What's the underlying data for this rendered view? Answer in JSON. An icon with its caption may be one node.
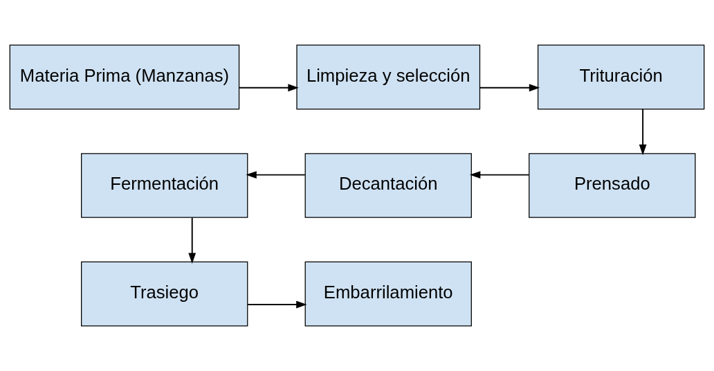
{
  "diagram": {
    "nodes": [
      {
        "text": [
          "Materia Prima (Manzanas)"
        ]
      },
      {
        "text": [
          "Limpieza y selección"
        ]
      },
      {
        "text": [
          "Trituración"
        ]
      },
      {
        "text": [
          "Prensado"
        ]
      },
      {
        "text": [
          "Decantación"
        ]
      },
      {
        "text": [
          "Fermentación"
        ]
      },
      {
        "text": [
          "Trasiego"
        ]
      },
      {
        "text": [
          "Embarrilamiento"
        ]
      }
    ],
    "edges": [
      {
        "from": 0,
        "to": 1,
        "arrow": "to"
      },
      {
        "from": 1,
        "to": 2,
        "arrow": "to"
      },
      {
        "from": 2,
        "to": 3,
        "arrow": "to"
      },
      {
        "from": 3,
        "to": 4,
        "arrow": "to"
      },
      {
        "from": 4,
        "to": 5,
        "arrow": "to"
      },
      {
        "from": 5,
        "to": 6,
        "arrow": "to"
      },
      {
        "from": 6,
        "to": 7,
        "arrow": "to"
      }
    ]
  }
}
